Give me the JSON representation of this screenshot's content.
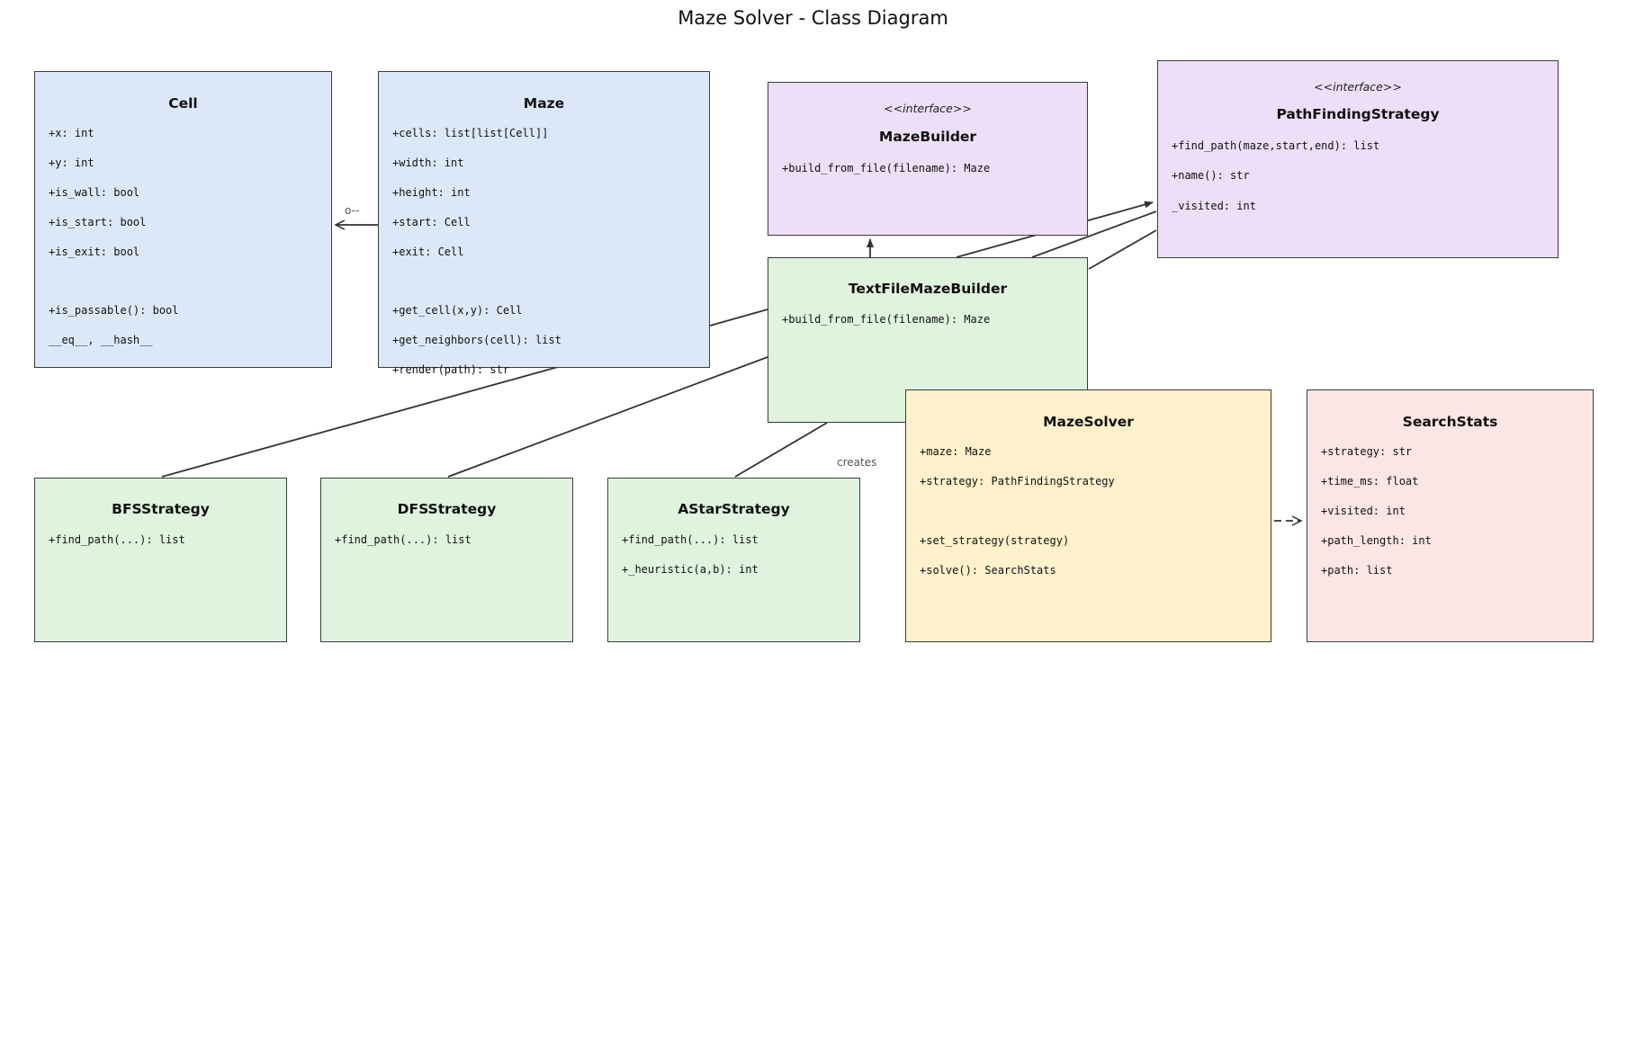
{
  "title": "Maze Solver - Class Diagram",
  "colors": {
    "blue_fill": "#dce8f7",
    "purple_fill": "#ecdff7",
    "green_fill": "#dff3de",
    "yellow_fill": "#fef1cc",
    "pink_fill": "#fbe5e5",
    "border": "#3c3c3c",
    "edge": "#333333"
  },
  "classes": {
    "cell": {
      "name": "Cell",
      "members": [
        "+x: int",
        "+y: int",
        "+is_wall: bool",
        "+is_start: bool",
        "+is_exit: bool",
        "",
        "+is_passable(): bool",
        "__eq__, __hash__"
      ]
    },
    "maze": {
      "name": "Maze",
      "members": [
        "+cells: list[list[Cell]]",
        "+width: int",
        "+height: int",
        "+start: Cell",
        "+exit: Cell",
        "",
        "+get_cell(x,y): Cell",
        "+get_neighbors(cell): list",
        "+render(path): str"
      ]
    },
    "maze_builder": {
      "stereotype": "<<interface>>",
      "name": "MazeBuilder",
      "members": [
        "+build_from_file(filename): Maze"
      ]
    },
    "path_finding_strategy": {
      "stereotype": "<<interface>>",
      "name": "PathFindingStrategy",
      "members": [
        "+find_path(maze,start,end): list",
        "+name(): str",
        "_visited: int"
      ]
    },
    "text_file_maze_builder": {
      "name": "TextFileMazeBuilder",
      "members": [
        "+build_from_file(filename): Maze"
      ]
    },
    "maze_solver": {
      "name": "MazeSolver",
      "members": [
        "+maze: Maze",
        "+strategy: PathFindingStrategy",
        "",
        "+set_strategy(strategy)",
        "+solve(): SearchStats"
      ]
    },
    "search_stats": {
      "name": "SearchStats",
      "members": [
        "+strategy: str",
        "+time_ms: float",
        "+visited: int",
        "+path_length: int",
        "+path: list"
      ]
    },
    "bfs_strategy": {
      "name": "BFSStrategy",
      "members": [
        "+find_path(...): list"
      ]
    },
    "dfs_strategy": {
      "name": "DFSStrategy",
      "members": [
        "+find_path(...): list"
      ]
    },
    "astar_strategy": {
      "name": "AStarStrategy",
      "members": [
        "+find_path(...): list",
        "+_heuristic(a,b): int"
      ]
    }
  },
  "edge_labels": {
    "maze_cell": "o--",
    "creates": "creates"
  }
}
